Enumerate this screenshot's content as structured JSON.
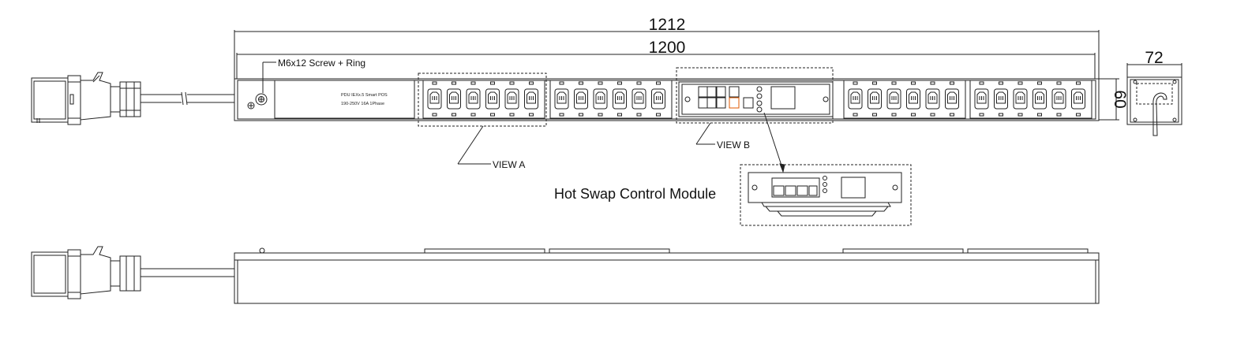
{
  "dimensions": {
    "overall_length": "1212",
    "body_length": "1200",
    "height": "60",
    "width": "72"
  },
  "callouts": {
    "screw": "M6x12  Screw + Ring",
    "view_a": "VIEW A",
    "view_b": "VIEW B",
    "module": "Hot Swap Control Module"
  },
  "nameplate": {
    "line1": "PDU IEXx.5 Smart POS",
    "line2": "190-250V 16A 1Phase"
  },
  "outlet_groups": [
    {
      "count": 6
    },
    {
      "count": 6
    },
    {
      "count": 6
    },
    {
      "count": 6
    }
  ],
  "colors": {
    "line": "#222222",
    "accent_orange": "#e05a00"
  }
}
